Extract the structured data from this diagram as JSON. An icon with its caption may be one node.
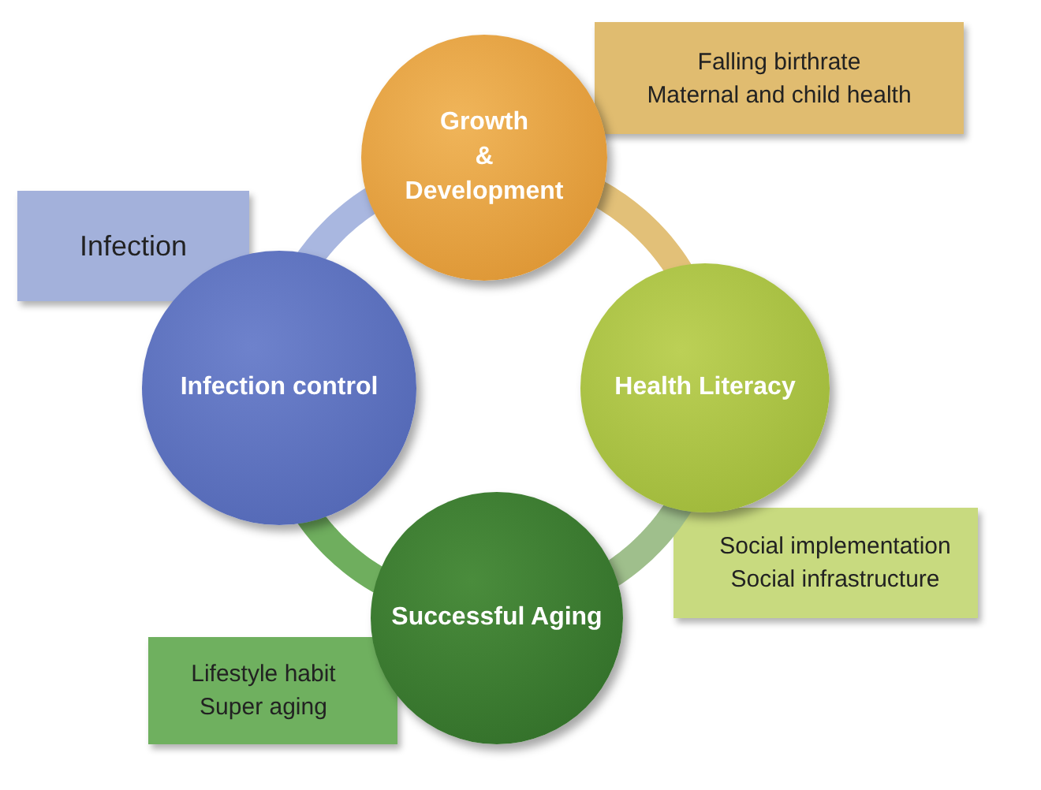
{
  "diagram": {
    "nodes": [
      {
        "text": [
          "Growth & Development"
        ]
      },
      {
        "text": [
          "Falling birthrate",
          "Maternal and child health"
        ]
      },
      {
        "text": [
          "Infection"
        ]
      },
      {
        "text": [
          "Infection control"
        ]
      },
      {
        "text": [
          "Health Literacy"
        ]
      },
      {
        "text": [
          "Social implementation",
          "Social infrastructure"
        ]
      },
      {
        "text": [
          "Successful Aging"
        ]
      },
      {
        "text": [
          "Lifestyle habit",
          "Super aging"
        ]
      }
    ],
    "edges": [
      {
        "from": 0,
        "to": 4,
        "arrow": "none",
        "color": "#e2c078"
      },
      {
        "from": 4,
        "to": 6,
        "arrow": "none",
        "color": "#9fbf8c"
      },
      {
        "from": 6,
        "to": 3,
        "arrow": "none",
        "color": "#6fae5e"
      },
      {
        "from": 3,
        "to": 0,
        "arrow": "none",
        "color": "#a9b7e0"
      }
    ]
  }
}
